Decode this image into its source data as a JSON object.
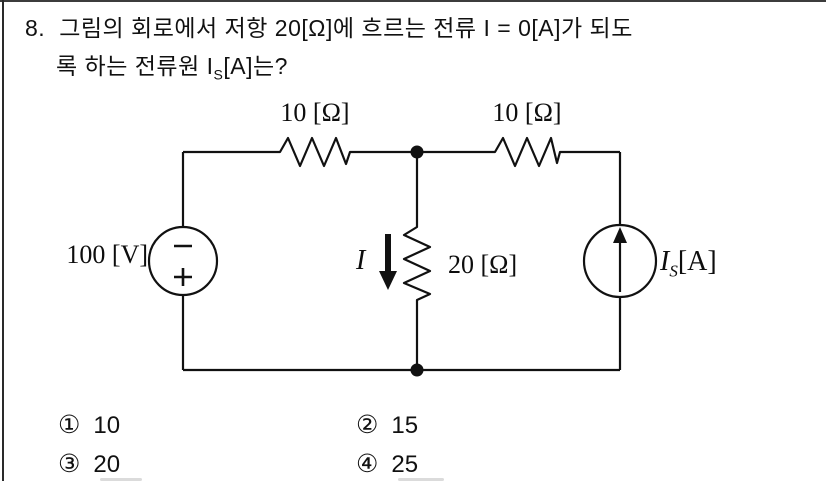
{
  "question": {
    "number": "8.",
    "line1": "그림의 회로에서 저항 20[Ω]에 흐르는 전류 I = 0[A]가 되도",
    "line2_pre": "록 하는 전류원 I",
    "line2_sub": "S",
    "line2_post": "[A]는?"
  },
  "circuit": {
    "left_resistor_label": "10 [Ω]",
    "right_resistor_label": "10 [Ω]",
    "voltage_source": {
      "label": "100 [V]",
      "minus_sign": "−",
      "plus_sign": "+"
    },
    "middle_resistor": {
      "current_symbol": "I",
      "label": "20 [Ω]"
    },
    "current_source": {
      "symbol": "I",
      "sub": "S",
      "unit": "[A]"
    }
  },
  "choices": [
    {
      "marker": "①",
      "value": "10"
    },
    {
      "marker": "②",
      "value": "15"
    },
    {
      "marker": "③",
      "value": "20"
    },
    {
      "marker": "④",
      "value": "25"
    }
  ],
  "colors": {
    "ink": "#111111",
    "background": "#ffffff"
  }
}
